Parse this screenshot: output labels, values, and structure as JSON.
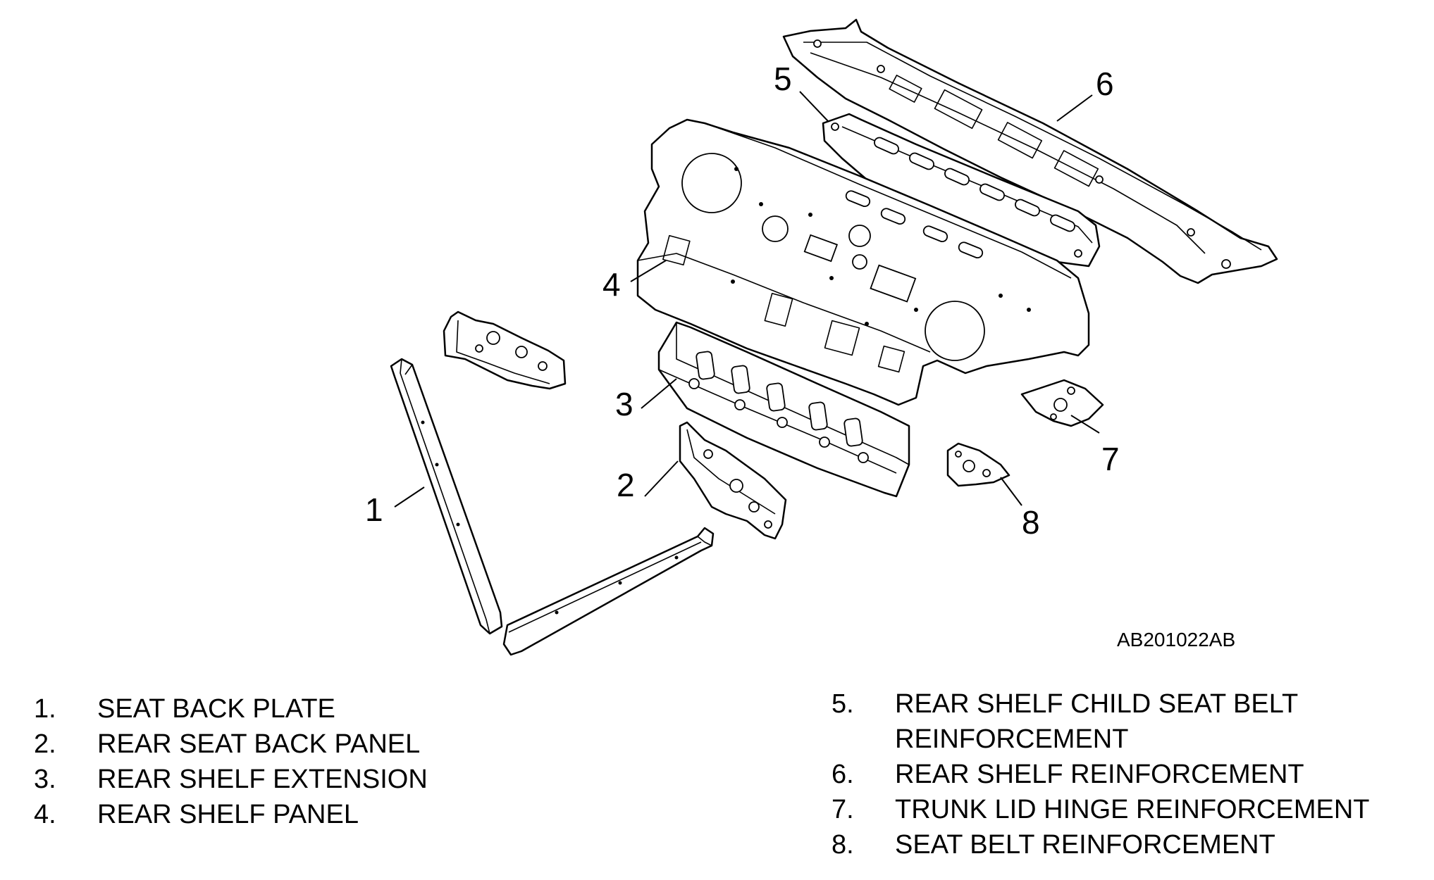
{
  "figure_id": "AB201022AB",
  "callouts": [
    "1",
    "2",
    "3",
    "4",
    "5",
    "6",
    "7",
    "8"
  ],
  "legend_left": [
    {
      "num": "1.",
      "text": "SEAT BACK PLATE"
    },
    {
      "num": "2.",
      "text": "REAR SEAT BACK PANEL"
    },
    {
      "num": "3.",
      "text": "REAR SHELF EXTENSION"
    },
    {
      "num": "4.",
      "text": "REAR SHELF PANEL"
    }
  ],
  "legend_right": [
    {
      "num": "5.",
      "text": "REAR SHELF CHILD SEAT BELT",
      "text2": "REINFORCEMENT"
    },
    {
      "num": "6.",
      "text": "REAR SHELF REINFORCEMENT"
    },
    {
      "num": "7.",
      "text": "TRUNK LID HINGE REINFORCEMENT"
    },
    {
      "num": "8.",
      "text": "SEAT BELT REINFORCEMENT"
    }
  ]
}
